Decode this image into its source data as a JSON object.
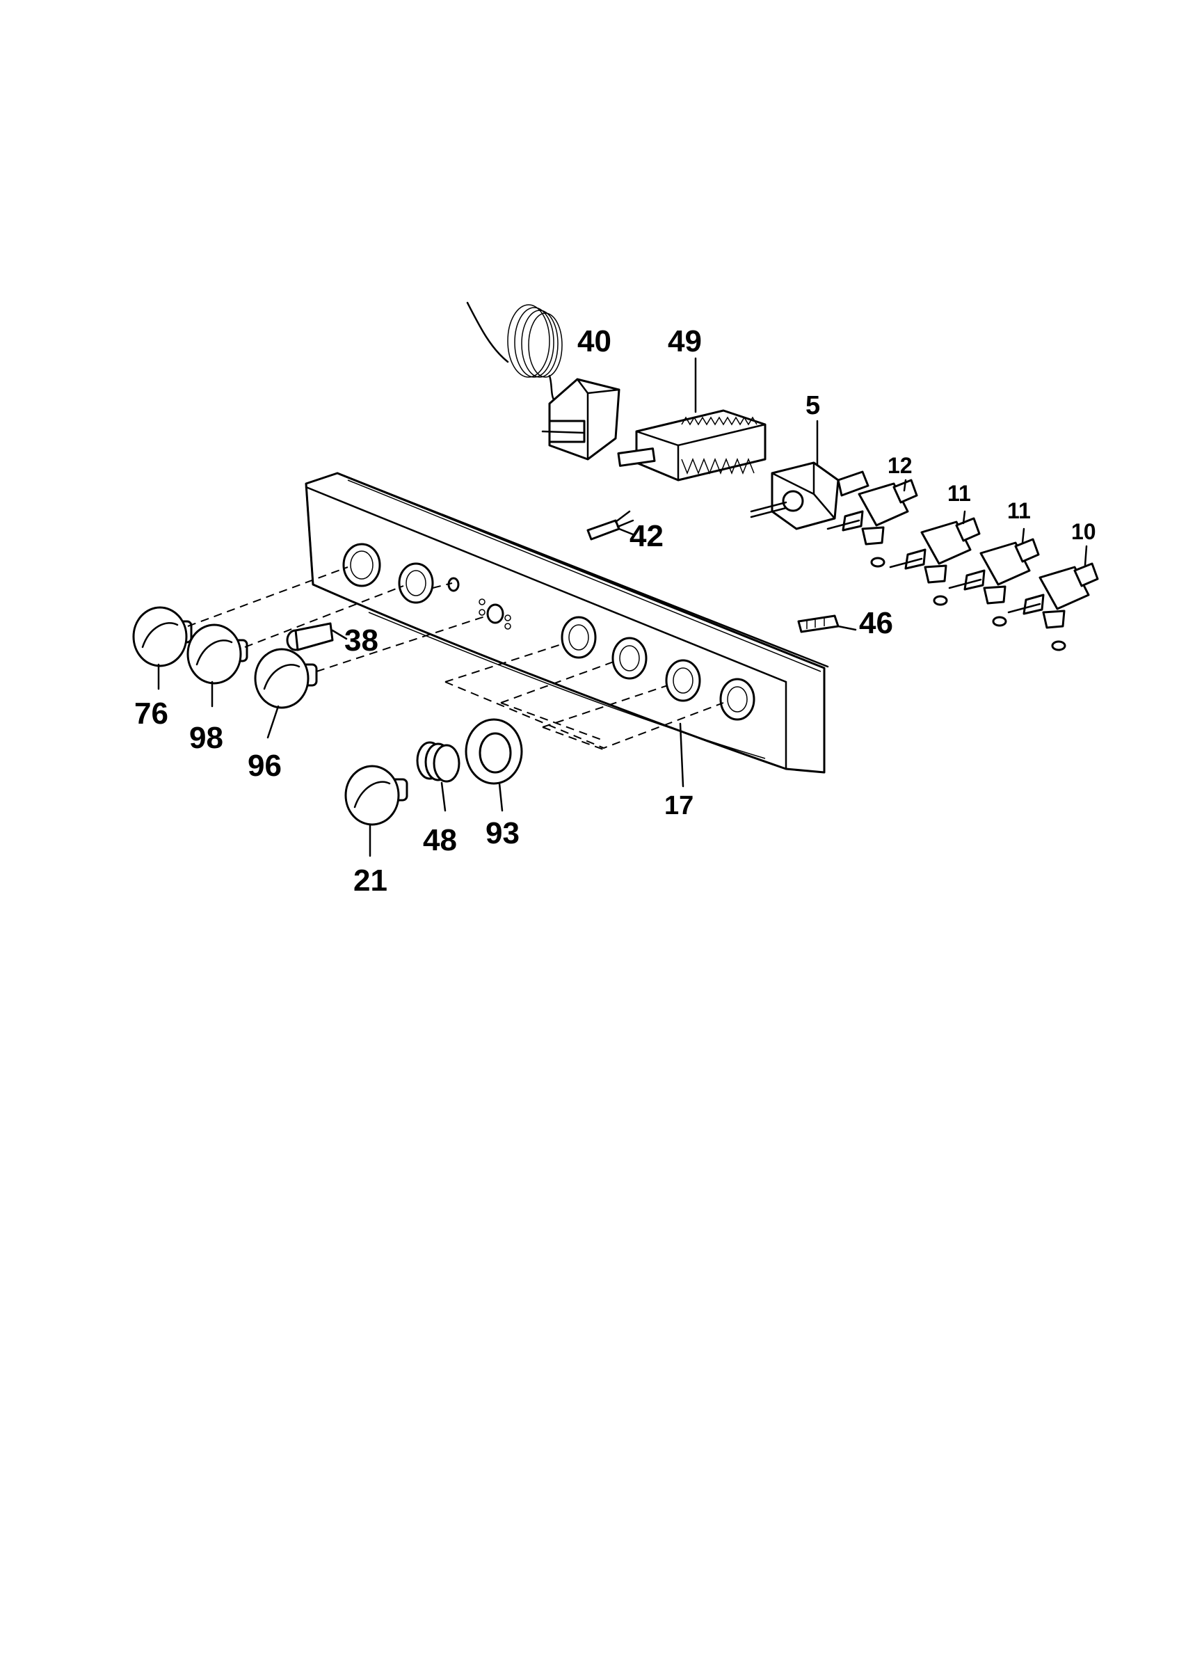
{
  "diagram": {
    "labels": {
      "p40": "40",
      "p49": "49",
      "p5": "5",
      "p12": "12",
      "p11a": "11",
      "p11b": "11",
      "p10": "10",
      "p42": "42",
      "p46": "46",
      "p38": "38",
      "p76": "76",
      "p98": "98",
      "p96": "96",
      "p17": "17",
      "p21": "21",
      "p48": "48",
      "p93": "93"
    }
  }
}
